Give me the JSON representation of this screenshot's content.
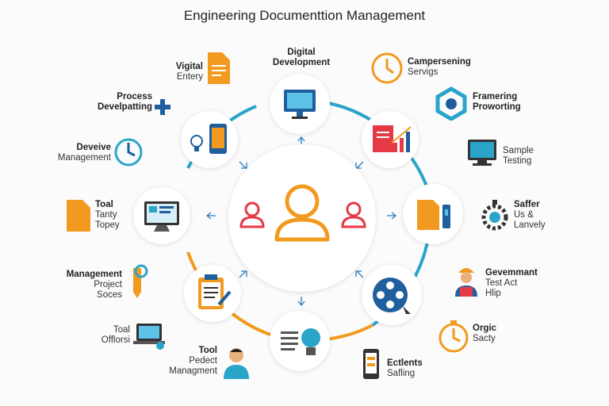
{
  "title": "Engineering Documenttion Management",
  "labels": {
    "n1": {
      "l1": "Vigital",
      "l2": "Entery"
    },
    "n2": {
      "l1": "Digital",
      "l2": "Development"
    },
    "n3": {
      "l1": "Campersening",
      "l2": "Servigs"
    },
    "n4": {
      "l1": "Process",
      "l2": "Develpatting"
    },
    "n5": {
      "l1": "Framering",
      "l2": "Proworting"
    },
    "n6": {
      "l1": "Deveive",
      "l2": "Management"
    },
    "n7": {
      "l1": "Sample",
      "l2": "Testing"
    },
    "n8": {
      "l1": "Toal",
      "l2": "Tanty",
      "l3": "Topey"
    },
    "n9": {
      "l1": "Saffer",
      "l2": "Us &",
      "l3": "Lanvely"
    },
    "n10": {
      "l1": "Management",
      "l2": "Project",
      "l3": "Soces"
    },
    "n11": {
      "l1": "Gevemmant",
      "l2": "Test Act",
      "l3": "Hlip"
    },
    "n12": {
      "l1": "Toal",
      "l2": "Offlorsi"
    },
    "n13": {
      "l1": "Orgic",
      "l2": "Sacty"
    },
    "n14": {
      "l1": "Tool",
      "l2": "Pedect",
      "l3": "Managment"
    },
    "n15": {
      "l1": "Ectlents",
      "l2": "Safling"
    }
  },
  "colors": {
    "orange": "#f29a1f",
    "teal": "#2aa5c9",
    "red": "#e53946",
    "blue": "#1f5f9e"
  }
}
